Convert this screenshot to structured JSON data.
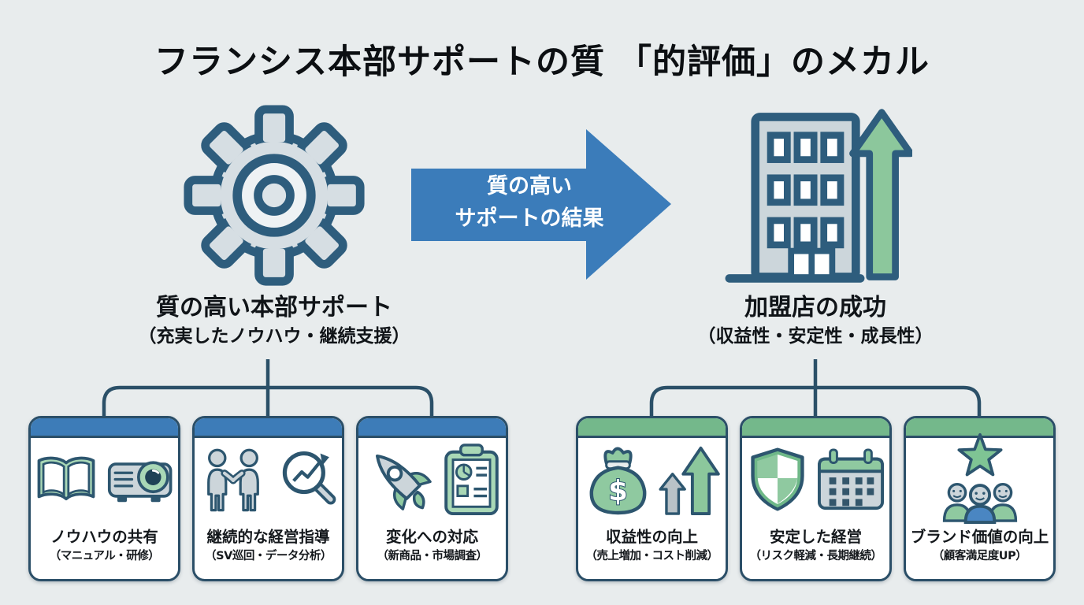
{
  "title": "フランシス本部サポートの質 「的評価」のメカル",
  "colors": {
    "background": "#e8eced",
    "outline_navy": "#2d566f",
    "arrow_blue": "#3b7cba",
    "header_blue": "#3d7cb8",
    "header_green": "#74b88b",
    "icon_gray": "#ccd5da",
    "icon_green": "#8fc9a0",
    "growth_arrow_green": "#8cc79c"
  },
  "left_node": {
    "title": "質の高い本部サポート",
    "subtitle": "（充実したノウハウ・継続支援）",
    "icon": "gear-icon"
  },
  "arrow": {
    "line1": "質の高い",
    "line2": "サポートの結果"
  },
  "right_node": {
    "title": "加盟店の成功",
    "subtitle": "（収益性・安定性・成長性）",
    "icon": "building-growth-icon"
  },
  "left_boxes": [
    {
      "title": "ノウハウの共有",
      "subtitle": "（マニュアル・研修）",
      "icons": [
        "open-book-icon",
        "projector-icon"
      ]
    },
    {
      "title": "継続的な経営指導",
      "subtitle": "（SV巡回・データ分析）",
      "icons": [
        "handshake-icon",
        "magnifier-chart-icon"
      ]
    },
    {
      "title": "変化への対応",
      "subtitle": "（新商品・市場調査）",
      "icons": [
        "rocket-icon",
        "clipboard-chart-icon"
      ]
    }
  ],
  "right_boxes": [
    {
      "title": "収益性の向上",
      "subtitle": "（売上増加・コスト削減）",
      "icons": [
        "money-bag-icon",
        "growth-arrows-icon"
      ]
    },
    {
      "title": "安定した経営",
      "subtitle": "（リスク軽減・長期継続）",
      "icons": [
        "shield-icon",
        "calendar-icon"
      ]
    },
    {
      "title": "ブランド価値の向上",
      "subtitle": "（顧客満足度UP）",
      "icons": [
        "star-icon",
        "people-group-icon"
      ]
    }
  ]
}
